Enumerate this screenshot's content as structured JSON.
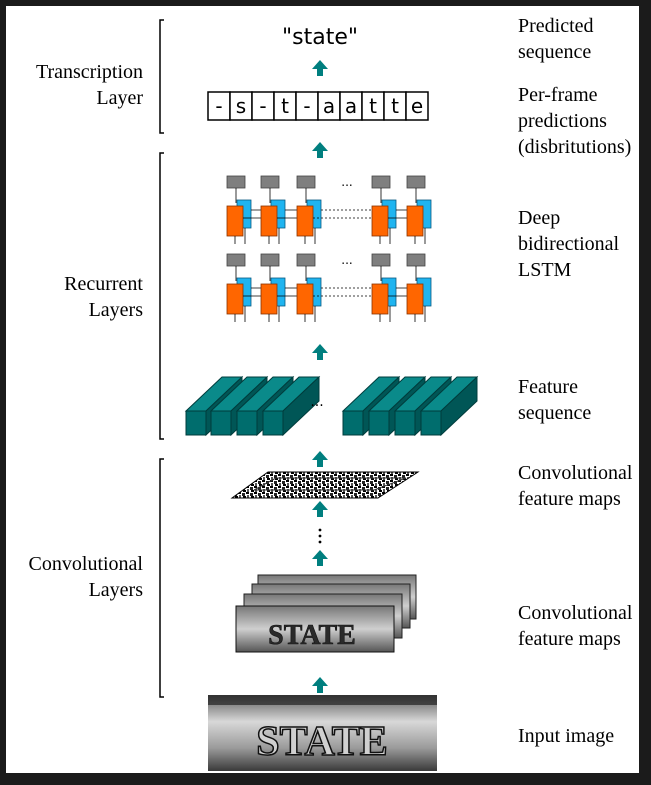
{
  "left_labels": {
    "transcription": [
      "Transcription",
      "Layer"
    ],
    "recurrent": [
      "Recurrent",
      "Layers"
    ],
    "convolutional": [
      "Convolutional",
      "Layers"
    ]
  },
  "right_labels": {
    "predicted": [
      "Predicted",
      "sequence"
    ],
    "per_frame": [
      "Per-frame",
      "predictions",
      "(disbritutions)"
    ],
    "lstm": [
      "Deep",
      "bidirectional",
      "LSTM"
    ],
    "feature_seq": [
      "Feature",
      "sequence"
    ],
    "conv_maps_top": [
      "Convolutional",
      "feature maps"
    ],
    "conv_maps_bottom": [
      "Convolutional",
      "feature maps"
    ],
    "input": [
      "Input image"
    ]
  },
  "predicted_word": "\"state\"",
  "frame_chars": [
    "-",
    "s",
    "-",
    "t",
    "-",
    "a",
    "a",
    "t",
    "t",
    "e"
  ],
  "ellipsis": "...",
  "input_word": "STATE",
  "colors": {
    "arrow": "#007f7f",
    "feature_box": "#006d6d",
    "lstm_forward": "#ff6600",
    "lstm_backward": "#1fb4f0",
    "lstm_output": "#7f7f7f",
    "bracket": "#000000"
  }
}
